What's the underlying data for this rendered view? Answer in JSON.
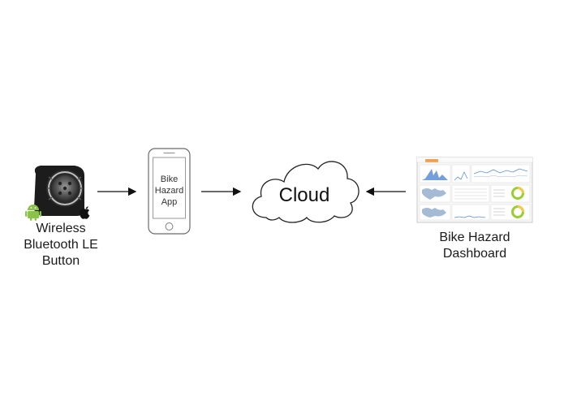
{
  "nodes": {
    "button": {
      "label_lines": [
        "Wireless",
        "Bluetooth LE",
        "Button"
      ]
    },
    "app": {
      "label_lines": [
        "Bike",
        "Hazard",
        "App"
      ]
    },
    "cloud": {
      "label": "Cloud"
    },
    "dashboard": {
      "label_lines": [
        "Bike Hazard",
        "Dashboard"
      ]
    }
  },
  "icons": {
    "android": "android-icon",
    "apple": "apple-icon"
  },
  "colors": {
    "android_green": "#8bc34a",
    "dashboard_accent": "#f0a050",
    "dashboard_blue": "#5b8fd6",
    "donut_green": "#9acd32",
    "donut_yellow": "#f2c94c"
  },
  "edges": [
    {
      "from": "button",
      "to": "app"
    },
    {
      "from": "app",
      "to": "cloud"
    },
    {
      "from": "dashboard",
      "to": "cloud"
    }
  ]
}
